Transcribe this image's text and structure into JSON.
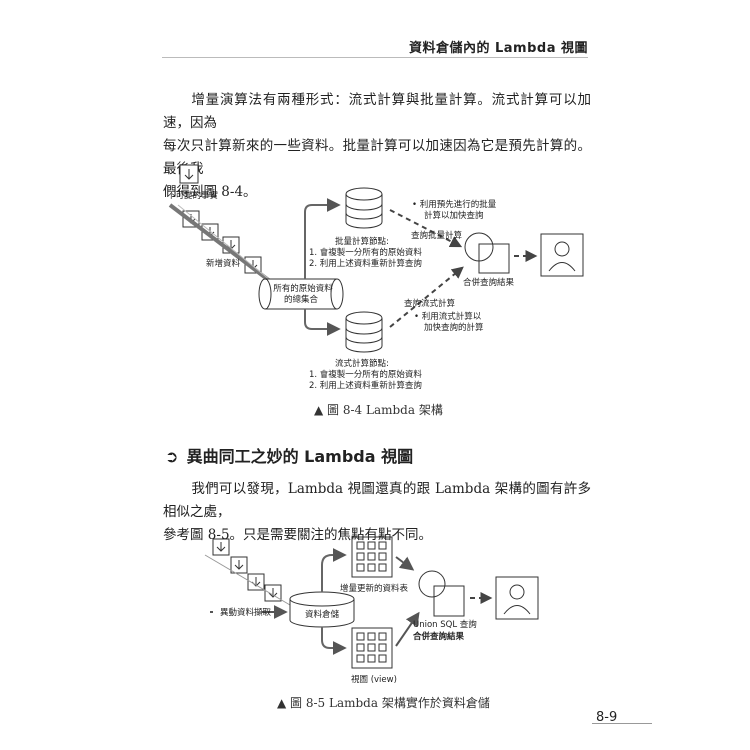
{
  "header": {
    "title": "資料倉儲內的 Lambda 視圖"
  },
  "para1": {
    "line1": "增量演算法有兩種形式：流式計算與批量計算。流式計算可以加速，因為",
    "line2": "每次只計算新來的一些資料。批量計算可以加速因為它是預先計算的。最後我",
    "line3": "們得到圖 8-4。"
  },
  "fig1": {
    "immutable_facts": "不可變的事實",
    "new_data": "新增資料",
    "master_dataset": [
      "所有的原始資料",
      "的總集合"
    ],
    "batch_node": [
      "批量計算節點:",
      "1. 會複製一分所有的原始資料",
      "2. 利用上述資料重新計算查詢"
    ],
    "batch_note": [
      "• 利用預先進行的批量",
      "計算以加快查詢"
    ],
    "query_batch": "查詢批量計算",
    "merge_results": "合併查詢結果",
    "query_stream": "查詢流式計算",
    "stream_note": [
      "• 利用流式計算以",
      "加快查詢的計算"
    ],
    "stream_node": [
      "流式計算節點:",
      "1. 會複製一分所有的原始資料",
      "2. 利用上述資料重新計算查詢"
    ],
    "caption": "▲ 圖 8-4 Lambda 架構"
  },
  "section": {
    "icon": "➲",
    "title": "異曲同工之妙的 Lambda 視圖"
  },
  "para2": {
    "line1": "我們可以發現，Lambda 視圖還真的跟 Lambda 架構的圖有許多相似之處，",
    "line2": "參考圖 8-5。只是需要關注的焦點有點不同。"
  },
  "fig2": {
    "async_extract": "異動資料擷取",
    "warehouse": "資料倉儲",
    "incremental_table": "增量更新的資料表",
    "union_sql": "Union SQL 查詢",
    "merge_results": "合併查詢結果",
    "view_label": "視圖 (view)",
    "caption": "▲ 圖 8-5 Lambda 架構實作於資料倉儲"
  },
  "page": {
    "number": "8-9"
  }
}
